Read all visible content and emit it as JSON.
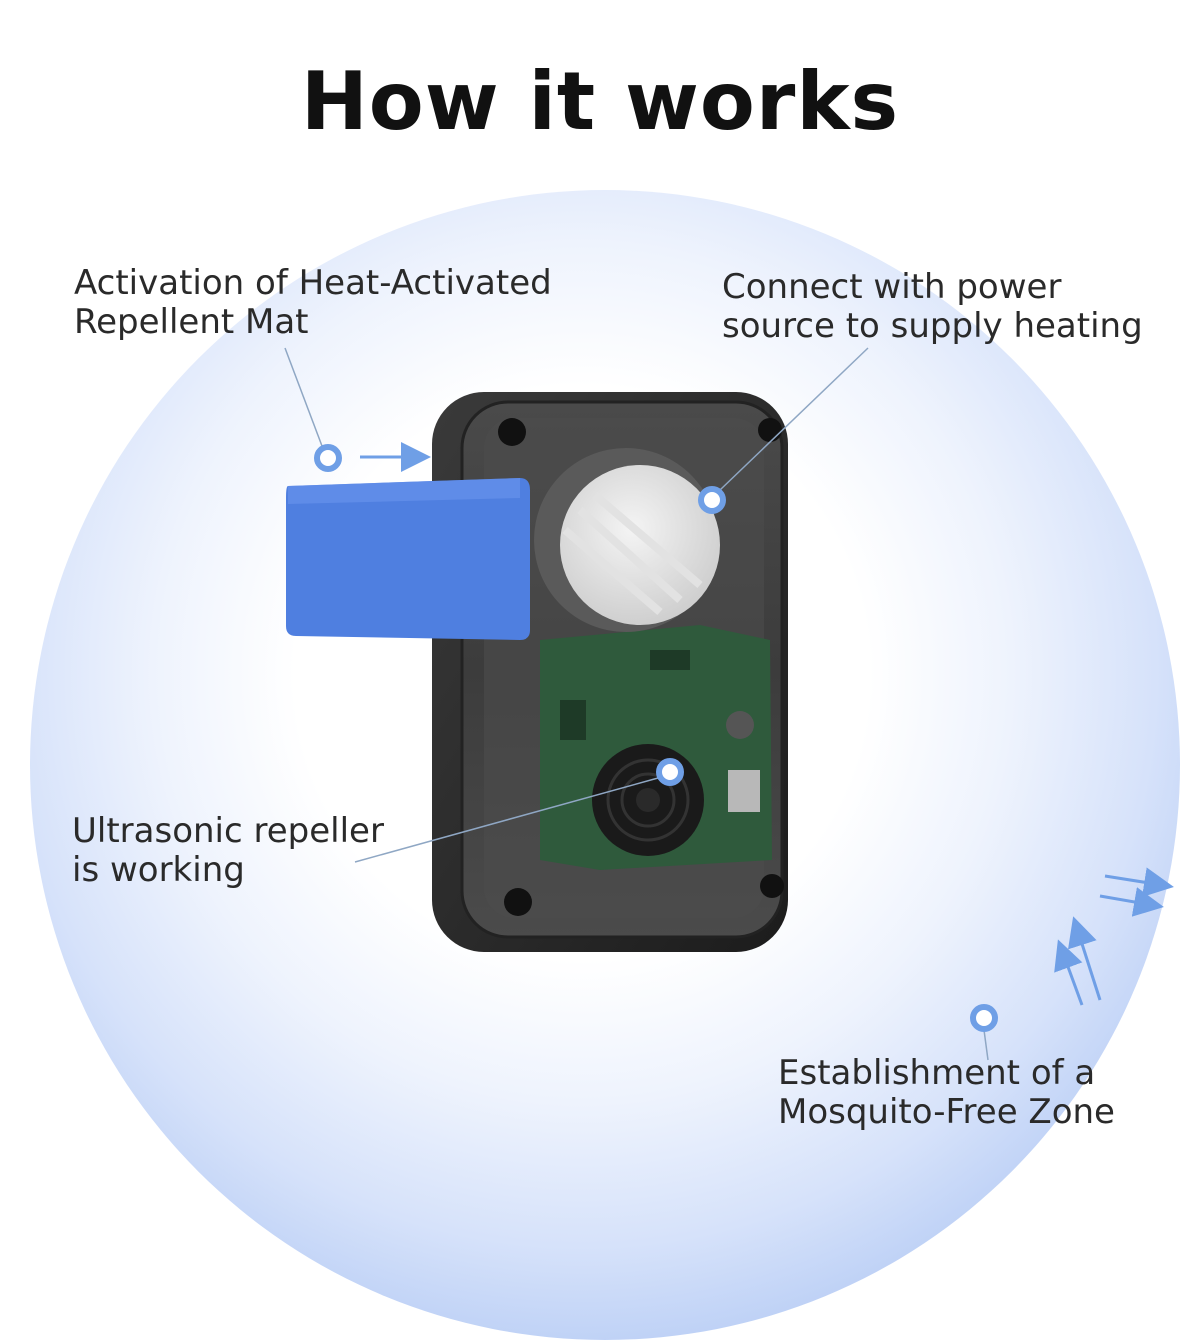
{
  "title": "How it works",
  "labels": {
    "mat": [
      "Activation of Heat-Activated",
      "Repellent Mat"
    ],
    "power": [
      "Connect with power",
      "source to supply heating"
    ],
    "ultrasonic": [
      "Ultrasonic repeller",
      "is working"
    ],
    "zone": [
      "Establishment of a",
      "Mosquito-Free Zone"
    ]
  },
  "colors": {
    "accent": "#6f9fe6",
    "mat": "#4f7fe0",
    "device_body": "#2b2b2b",
    "pcb": "#2f5a3c"
  }
}
